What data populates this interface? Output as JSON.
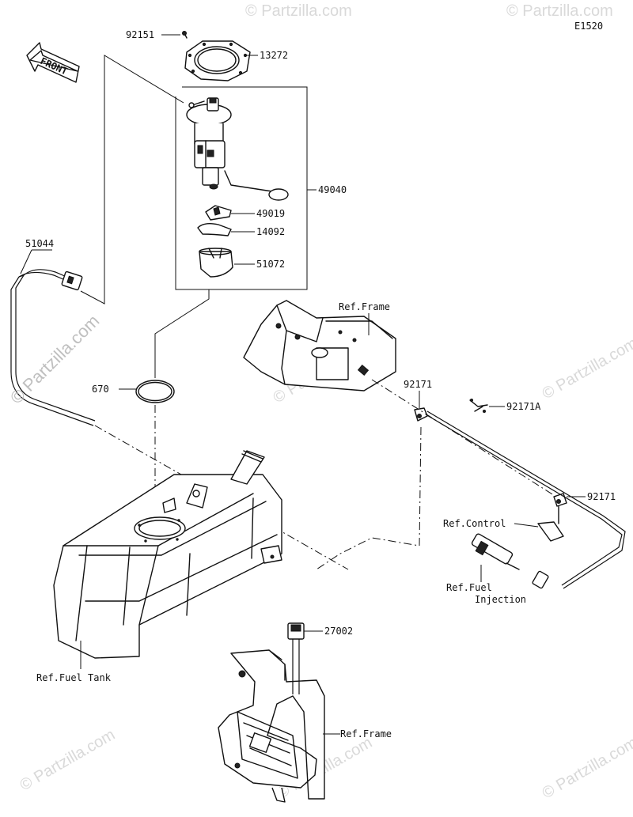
{
  "diagram_code": "E1520",
  "front_label": "FRONT",
  "callouts": [
    {
      "id": "92151",
      "text": "92151"
    },
    {
      "id": "13272",
      "text": "13272"
    },
    {
      "id": "49040",
      "text": "49040"
    },
    {
      "id": "49019",
      "text": "49019"
    },
    {
      "id": "14092",
      "text": "14092"
    },
    {
      "id": "51072",
      "text": "51072"
    },
    {
      "id": "51044",
      "text": "51044"
    },
    {
      "id": "670",
      "text": "670"
    },
    {
      "id": "92171a",
      "text": "92171"
    },
    {
      "id": "92171A",
      "text": "92171A"
    },
    {
      "id": "92171b",
      "text": "92171"
    },
    {
      "id": "27002",
      "text": "27002"
    }
  ],
  "references": {
    "frame_top": "Ref.Frame",
    "control": "Ref.Control",
    "fuel_injection_1": "Ref.Fuel",
    "fuel_injection_2": "Injection",
    "fuel_tank": "Ref.Fuel Tank",
    "frame_bottom": "Ref.Frame"
  },
  "watermarks": {
    "main": "© Partzilla.com",
    "faint": "© Partzilla.com"
  }
}
